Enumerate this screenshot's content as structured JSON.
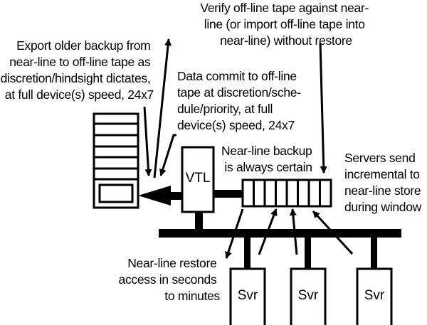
{
  "diagram": {
    "type": "backup-architecture",
    "colors": {
      "stroke": "#000000",
      "background": "#ffffff"
    },
    "nodes": {
      "tape_library": {
        "label": "",
        "slots": 6,
        "has_drive": true
      },
      "vtl": {
        "label": "VTL"
      },
      "nearline_store": {
        "label": "",
        "cells": 8
      },
      "servers": [
        {
          "label": "Svr"
        },
        {
          "label": "Svr"
        },
        {
          "label": "Svr"
        }
      ]
    },
    "annotations": {
      "export": [
        "Export older backup from",
        "near-line to off-line tape as",
        "discretion/hindsight dictates,",
        "at full device(s) speed, 24x7"
      ],
      "verify": [
        "Verify off-line tape against near-",
        "line (or import off-line tape into",
        "near-line) without restore"
      ],
      "commit": [
        "Data commit to off-line",
        "tape at discretion/sche-",
        "dule/priority, at full",
        "device(s) speed, 24x7"
      ],
      "certain": [
        "Near-line backup",
        "is always certain"
      ],
      "incremental": [
        "Servers send",
        "incremental to",
        "near-line store",
        "during window"
      ],
      "restore": [
        "Near-line restore",
        "access in seconds",
        "to minutes"
      ]
    },
    "edges": [
      {
        "from": "vtl",
        "to": "tape_library",
        "style": "thick-arrow"
      },
      {
        "from": "nearline_store",
        "to": "vtl",
        "style": "thick-line"
      },
      {
        "from": "vtl",
        "to": "bus",
        "style": "thick-line"
      },
      {
        "from": "servers",
        "to": "bus",
        "style": "thick-line"
      },
      {
        "from": "tape_library",
        "to": "verify",
        "style": "arrow"
      },
      {
        "from": "export",
        "to": "tape_library",
        "style": "arrow"
      },
      {
        "from": "commit",
        "to": "tape_library",
        "style": "arrow"
      },
      {
        "from": "verify",
        "to": "nearline_store",
        "style": "arrow"
      },
      {
        "from": "nearline_store",
        "to": "restore",
        "style": "arrow"
      },
      {
        "from": "servers",
        "to": "nearline_store",
        "style": "arrow",
        "count": 3
      }
    ]
  }
}
